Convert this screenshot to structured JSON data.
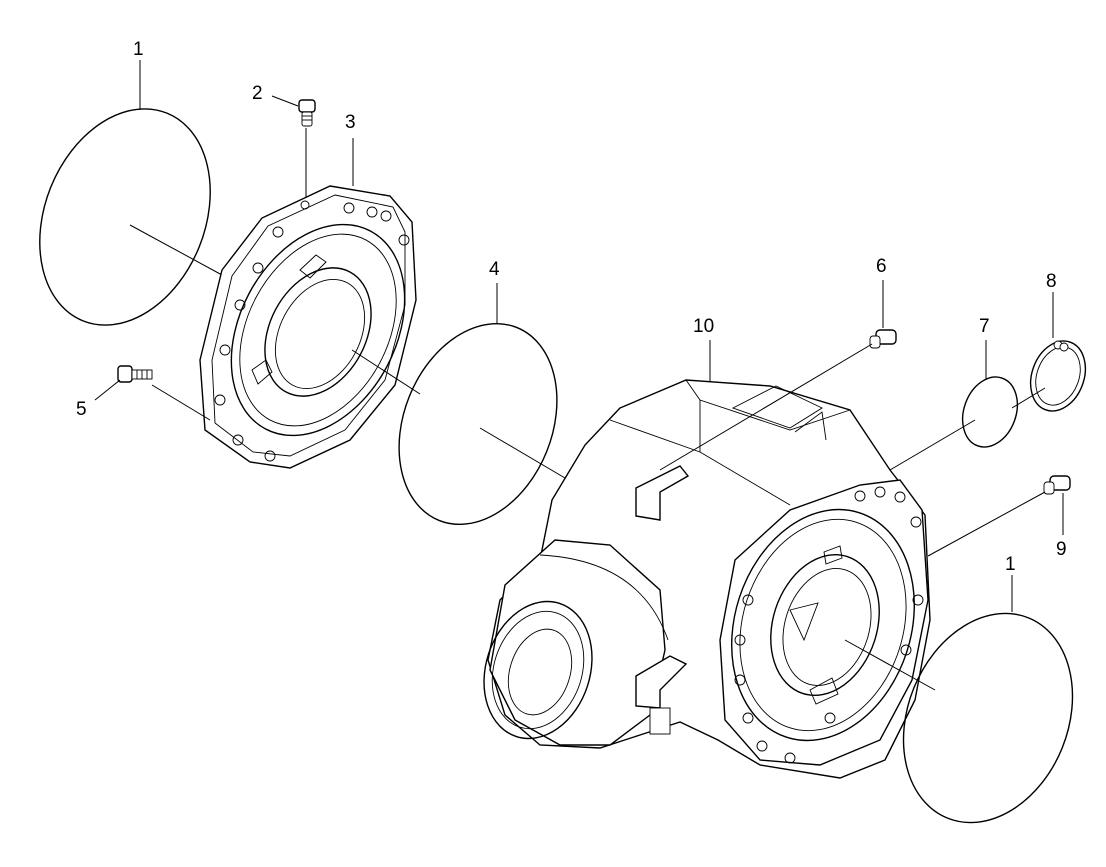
{
  "callouts": {
    "c1_top": "1",
    "c2": "2",
    "c3": "3",
    "c4": "4",
    "c5": "5",
    "c6": "6",
    "c7": "7",
    "c8": "8",
    "c9": "9",
    "c10": "10",
    "c1_bottom": "1"
  },
  "parts": [
    {
      "callout": "1",
      "icon": "o-ring-large-icon"
    },
    {
      "callout": "2",
      "icon": "breather-plug-icon"
    },
    {
      "callout": "3",
      "icon": "bearing-cover-icon"
    },
    {
      "callout": "4",
      "icon": "o-ring-icon"
    },
    {
      "callout": "5",
      "icon": "screw-icon"
    },
    {
      "callout": "6",
      "icon": "screw-plug-icon"
    },
    {
      "callout": "7",
      "icon": "disc-seal-icon"
    },
    {
      "callout": "8",
      "icon": "retaining-ring-icon"
    },
    {
      "callout": "9",
      "icon": "screw-plug-small-icon"
    },
    {
      "callout": "10",
      "icon": "gear-housing-icon"
    }
  ]
}
